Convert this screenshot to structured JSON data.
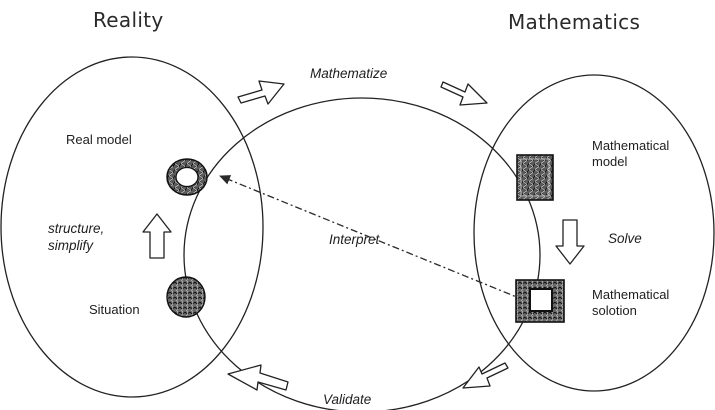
{
  "labels": {
    "reality": "Reality",
    "mathematics": "Mathematics",
    "mathematize": "Mathematize",
    "real_model": "Real model",
    "structure_simplify": "structure,\nsimplify",
    "interpret": "Interpret",
    "situation": "Situation",
    "mathematical_model": "Mathematical\nmodel",
    "solve": "Solve",
    "mathematical_solution": "Mathematical\nsolotion",
    "validate": "Validate"
  }
}
